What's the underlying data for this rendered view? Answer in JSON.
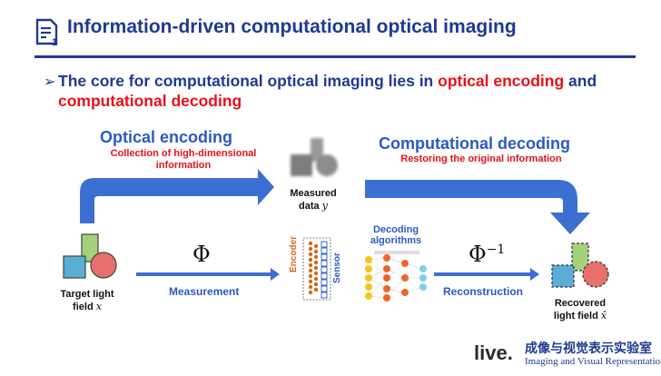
{
  "header": {
    "title": "Information-driven computational optical imaging"
  },
  "bullet": {
    "text_before": "The core for computational optical imaging lies in ",
    "highlight_1": "optical encoding",
    "text_mid": " and",
    "highlight_2": "computational decoding"
  },
  "encoding": {
    "title": "Optical encoding",
    "subtitle_1": "Collection of high-dimensional",
    "subtitle_2": "information"
  },
  "decoding": {
    "title": "Computational decoding",
    "subtitle": "Restoring the original information"
  },
  "measured": {
    "line1": "Measured",
    "line2": "data",
    "symbol": "y"
  },
  "target": {
    "line1": "Target light",
    "line2": "field",
    "symbol": "x"
  },
  "recovered": {
    "line1": "Recovered",
    "line2": "light field",
    "symbol": "x̂"
  },
  "operators": {
    "forward": "Φ",
    "inverse": "Φ",
    "inverse_exp": "−1"
  },
  "arrows": {
    "measurement": "Measurement",
    "reconstruction": "Reconstruction"
  },
  "device": {
    "encoder": "Encoder",
    "sensor": "Sensor"
  },
  "network": {
    "line1": "Decoding",
    "line2": "algorithms"
  },
  "logo": {
    "brand": "live.",
    "cn": "成像与视觉表示实验室",
    "en": "Imaging and Visual Representation"
  },
  "colors": {
    "primary_blue": "#1f3a93",
    "arrow_blue": "#3b6fd1",
    "accent_red": "#e8101a",
    "shape_green": "#a4d27c",
    "shape_teal": "#5aaed6",
    "shape_red": "#e8706a"
  }
}
